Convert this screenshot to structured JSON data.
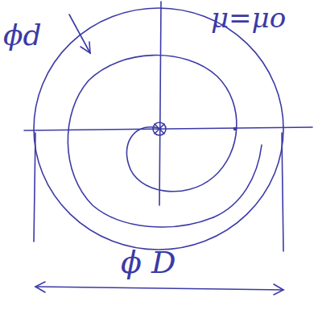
{
  "diagram": {
    "labels": [
      "ϕd",
      "μ=μo",
      "ϕ D"
    ]
  }
}
